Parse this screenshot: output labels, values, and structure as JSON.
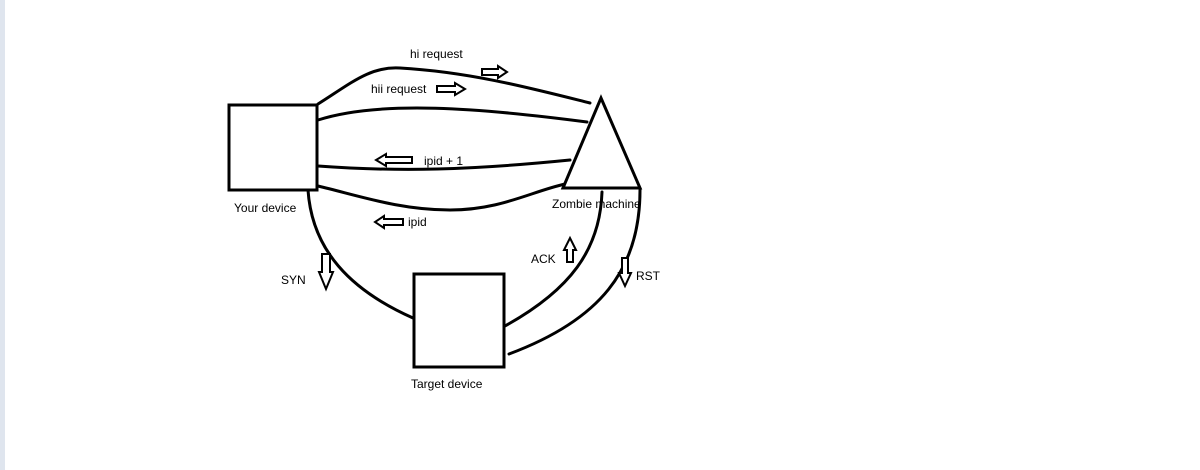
{
  "nodes": {
    "your_device": "Your device",
    "zombie_machine": "Zombie machine",
    "target_device": "Target device"
  },
  "labels": {
    "hi_request": "hi request",
    "hii_request": "hii request",
    "ipid_plus_1": "ipid + 1",
    "ipid": "ipid",
    "syn": "SYN",
    "ack": "ACK",
    "rst": "RST"
  }
}
